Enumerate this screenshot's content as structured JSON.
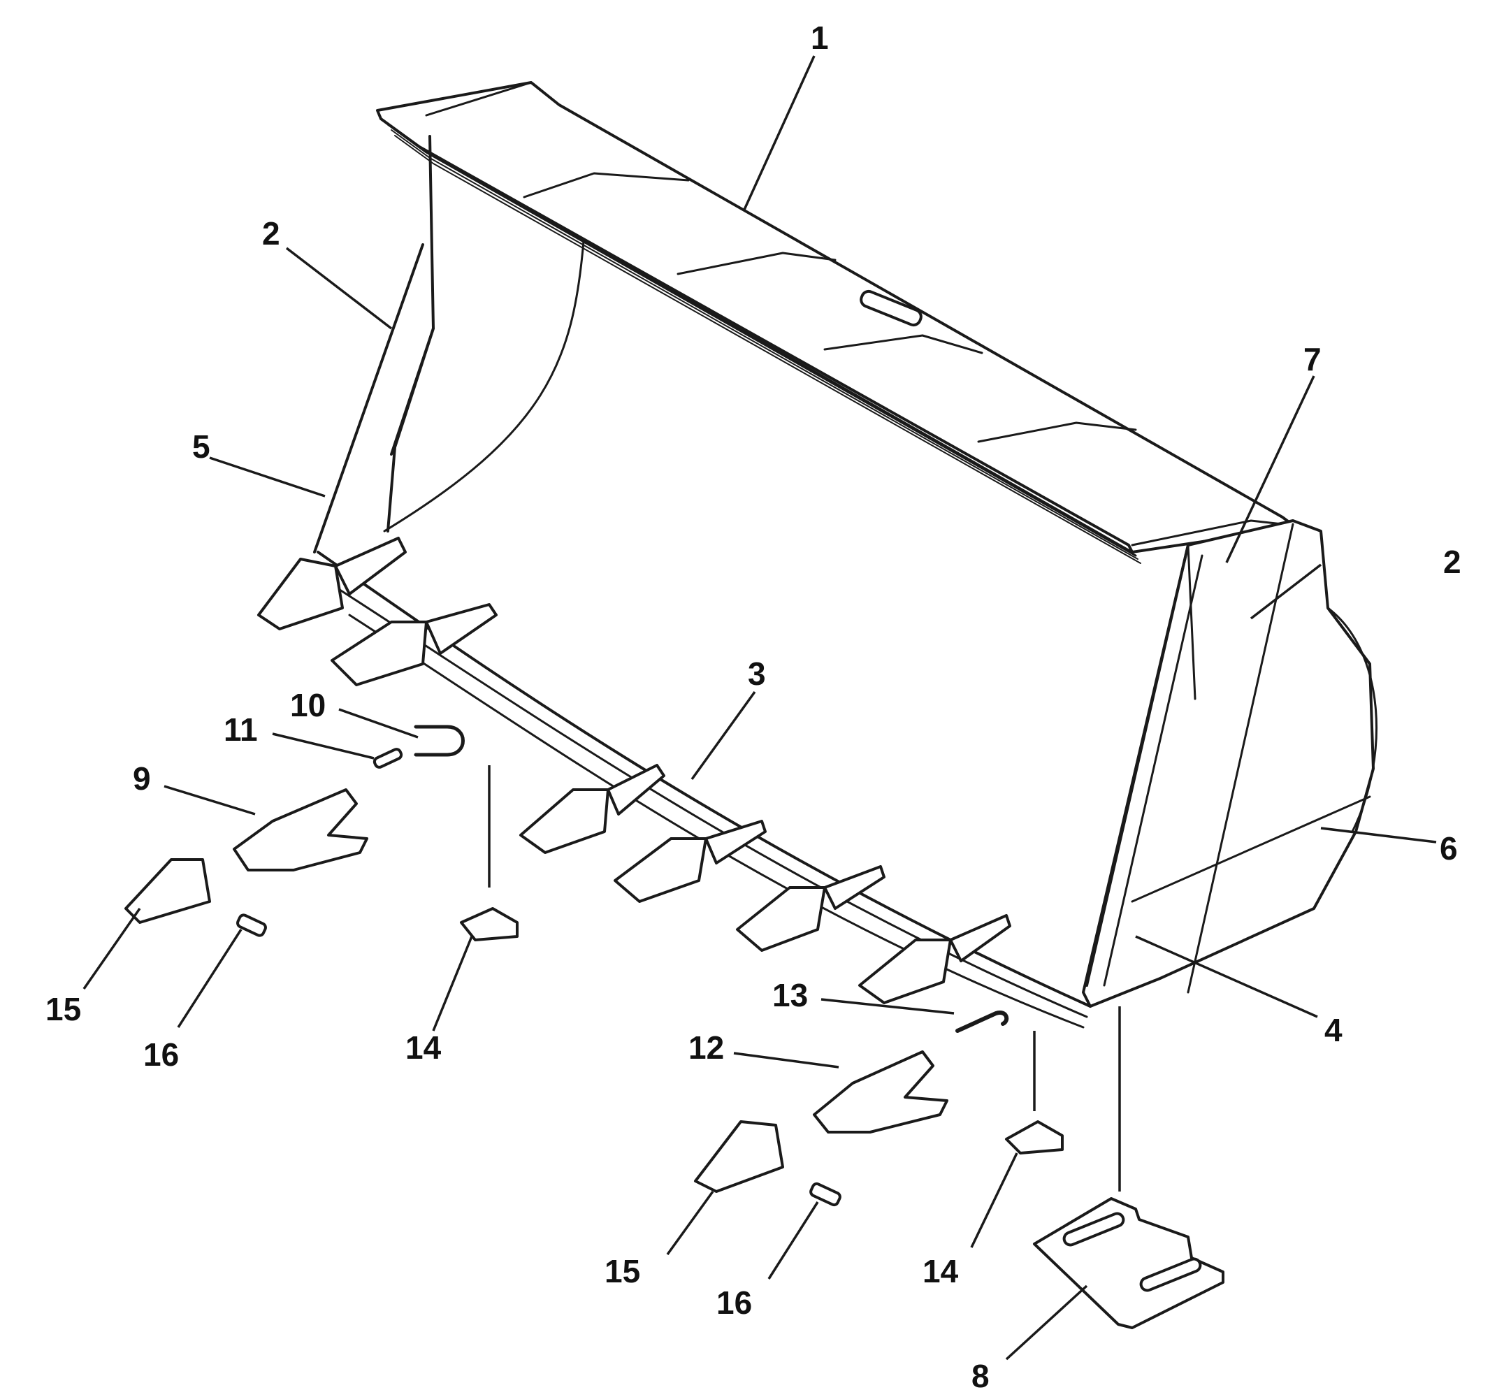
{
  "diagram": {
    "colors": {
      "ink": "#1a1a1a",
      "background": "#ffffff"
    },
    "callouts": [
      {
        "id": "c1",
        "text": "1"
      },
      {
        "id": "c2a",
        "text": "2"
      },
      {
        "id": "c2b",
        "text": "2"
      },
      {
        "id": "c3",
        "text": "3"
      },
      {
        "id": "c4",
        "text": "4"
      },
      {
        "id": "c5",
        "text": "5"
      },
      {
        "id": "c6",
        "text": "6"
      },
      {
        "id": "c7",
        "text": "7"
      },
      {
        "id": "c8",
        "text": "8"
      },
      {
        "id": "c9",
        "text": "9"
      },
      {
        "id": "c10",
        "text": "10"
      },
      {
        "id": "c11",
        "text": "11"
      },
      {
        "id": "c12",
        "text": "12"
      },
      {
        "id": "c13",
        "text": "13"
      },
      {
        "id": "c14a",
        "text": "14"
      },
      {
        "id": "c14b",
        "text": "14"
      },
      {
        "id": "c15a",
        "text": "15"
      },
      {
        "id": "c15b",
        "text": "15"
      },
      {
        "id": "c16a",
        "text": "16"
      },
      {
        "id": "c16b",
        "text": "16"
      }
    ]
  }
}
